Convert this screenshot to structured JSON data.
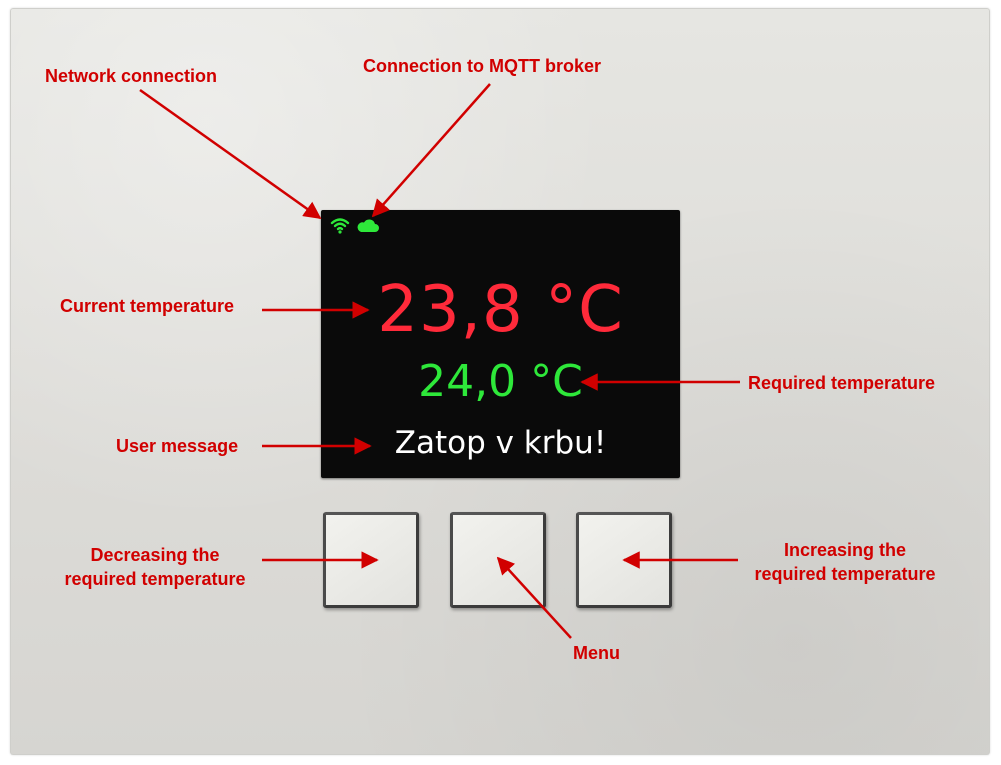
{
  "display": {
    "current_temperature": "23,8 °C",
    "required_temperature": "24,0 °C",
    "user_message": "Zatop v krbu!",
    "status_color": "#2ee83a",
    "current_color": "#ff2a3a",
    "required_color": "#2ee83a"
  },
  "annotations": {
    "network_connection": "Network connection",
    "mqtt_connection": "Connection to MQTT broker",
    "current_temperature": "Current temperature",
    "required_temperature": "Required temperature",
    "user_message": "User message",
    "decreasing_line1": "Decreasing the",
    "decreasing_line2": "required temperature",
    "increasing_line1": "Increasing the",
    "increasing_line2": "required temperature",
    "menu": "Menu"
  },
  "icons": {
    "wifi": "wifi-icon",
    "cloud": "cloud-icon"
  },
  "annotation_color": "#d10000"
}
